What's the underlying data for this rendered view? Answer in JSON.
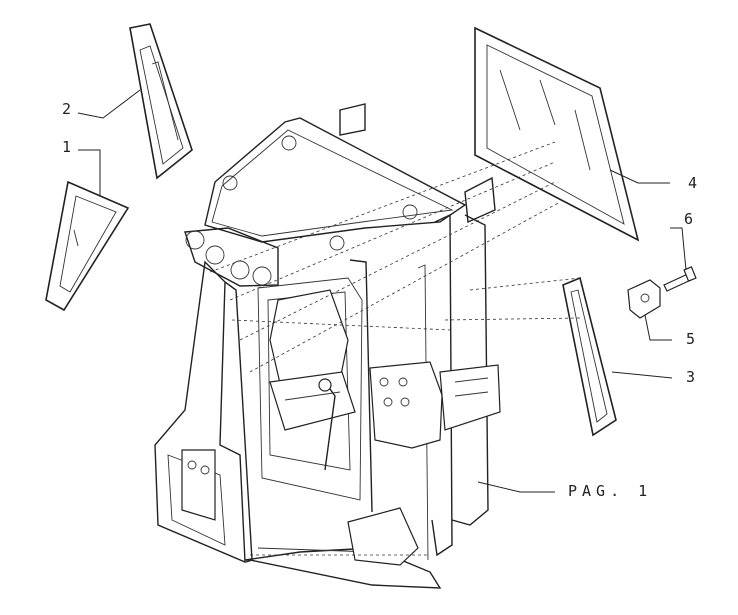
{
  "diagram": {
    "callouts": [
      {
        "id": "1",
        "text": "1"
      },
      {
        "id": "2",
        "text": "2"
      },
      {
        "id": "3",
        "text": "3"
      },
      {
        "id": "4",
        "text": "4"
      },
      {
        "id": "5",
        "text": "5"
      },
      {
        "id": "6",
        "text": "6"
      }
    ],
    "reference": "PAG. 1"
  }
}
